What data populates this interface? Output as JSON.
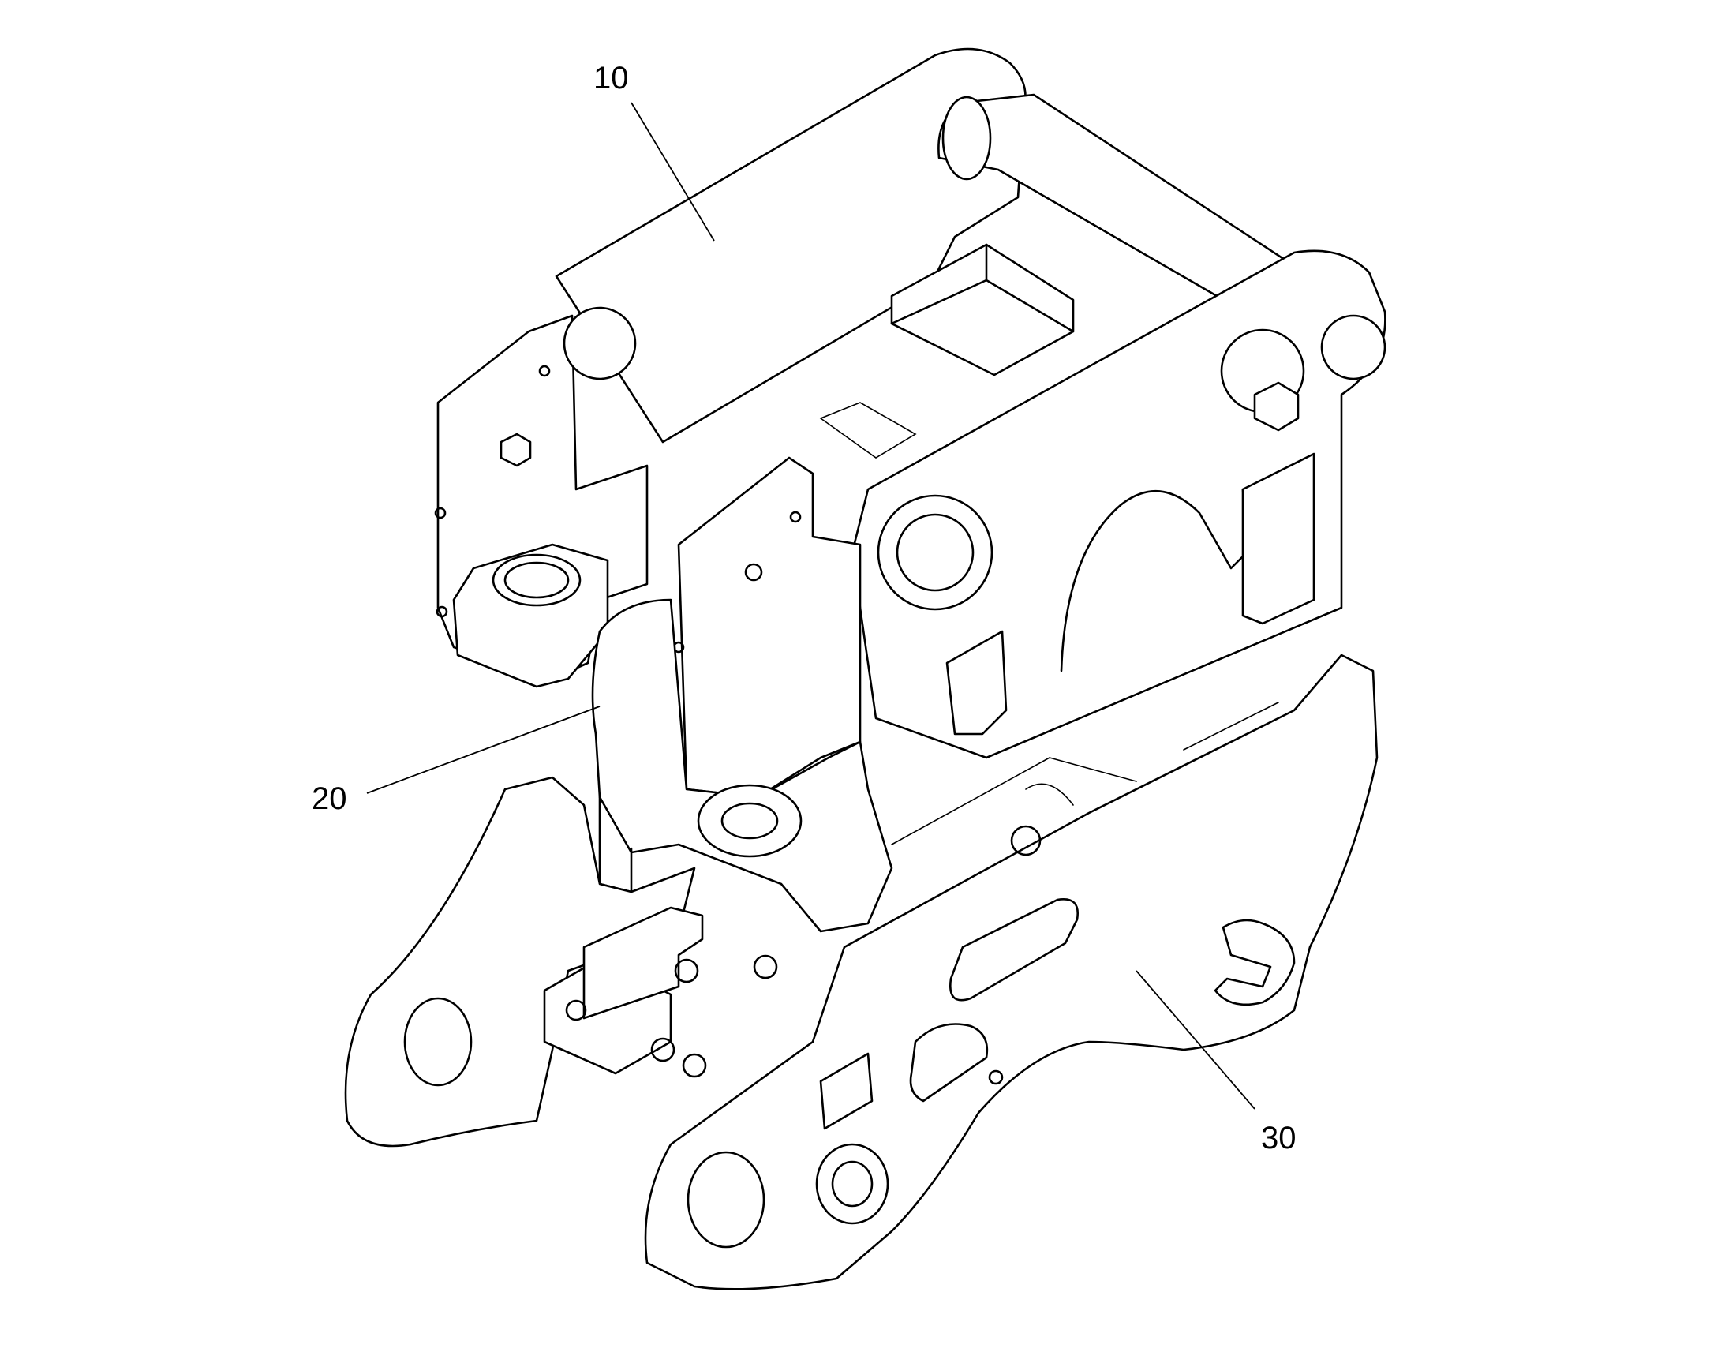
{
  "figure": {
    "reference_labels": [
      {
        "id": "label-10",
        "text": "10"
      },
      {
        "id": "label-20",
        "text": "20"
      },
      {
        "id": "label-30",
        "text": "30"
      }
    ],
    "line_color": "#000000",
    "background_color": "#ffffff"
  }
}
